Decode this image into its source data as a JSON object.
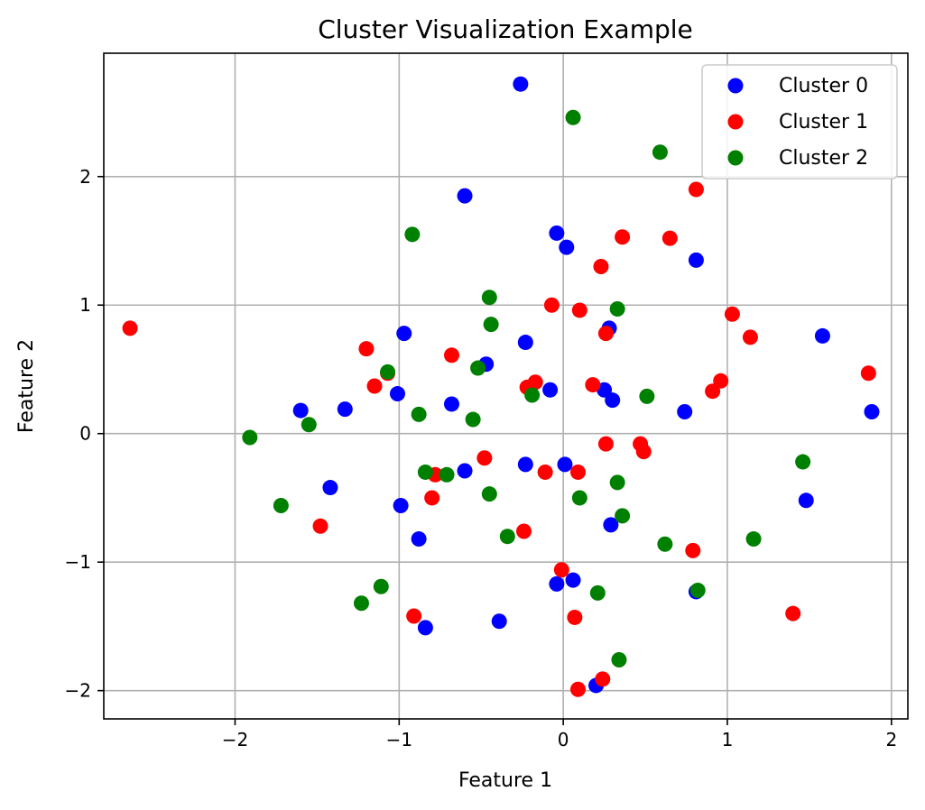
{
  "chart_data": {
    "type": "scatter",
    "title": "Cluster Visualization Example",
    "xlabel": "Feature 1",
    "ylabel": "Feature 2",
    "xlim": [
      -2.8,
      2.1
    ],
    "ylim": [
      -2.22,
      2.96
    ],
    "xticks": [
      -2,
      -1,
      0,
      1,
      2
    ],
    "yticks": [
      -2,
      -1,
      0,
      1,
      2
    ],
    "xtick_labels": [
      "−2",
      "−1",
      "0",
      "1",
      "2"
    ],
    "ytick_labels": [
      "−2",
      "−1",
      "0",
      "1",
      "2"
    ],
    "grid": true,
    "legend_position": "top-right",
    "series": [
      {
        "name": "Cluster 0",
        "color": "#0000ff",
        "points": [
          [
            -0.26,
            2.72
          ],
          [
            -0.6,
            1.85
          ],
          [
            -0.04,
            1.56
          ],
          [
            0.02,
            1.45
          ],
          [
            0.81,
            1.35
          ],
          [
            0.28,
            0.82
          ],
          [
            -0.97,
            0.78
          ],
          [
            1.58,
            0.76
          ],
          [
            -0.23,
            0.71
          ],
          [
            -0.47,
            0.54
          ],
          [
            -0.08,
            0.34
          ],
          [
            0.25,
            0.34
          ],
          [
            -1.01,
            0.31
          ],
          [
            0.3,
            0.26
          ],
          [
            -0.68,
            0.23
          ],
          [
            -1.33,
            0.19
          ],
          [
            -1.6,
            0.18
          ],
          [
            0.74,
            0.17
          ],
          [
            1.88,
            0.17
          ],
          [
            -0.23,
            -0.24
          ],
          [
            0.01,
            -0.24
          ],
          [
            -0.6,
            -0.29
          ],
          [
            -1.42,
            -0.42
          ],
          [
            1.48,
            -0.52
          ],
          [
            -0.99,
            -0.56
          ],
          [
            0.29,
            -0.71
          ],
          [
            -0.88,
            -0.82
          ],
          [
            0.06,
            -1.14
          ],
          [
            -0.04,
            -1.17
          ],
          [
            0.81,
            -1.23
          ],
          [
            -0.39,
            -1.46
          ],
          [
            -0.84,
            -1.51
          ],
          [
            0.2,
            -1.96
          ]
        ]
      },
      {
        "name": "Cluster 1",
        "color": "#ff0000",
        "points": [
          [
            0.81,
            1.9
          ],
          [
            0.36,
            1.53
          ],
          [
            0.65,
            1.52
          ],
          [
            0.23,
            1.3
          ],
          [
            -0.07,
            1.0
          ],
          [
            0.1,
            0.96
          ],
          [
            1.03,
            0.93
          ],
          [
            -2.64,
            0.82
          ],
          [
            0.26,
            0.78
          ],
          [
            1.14,
            0.75
          ],
          [
            -1.2,
            0.66
          ],
          [
            -0.68,
            0.61
          ],
          [
            -1.07,
            0.47
          ],
          [
            1.86,
            0.47
          ],
          [
            -0.17,
            0.4
          ],
          [
            0.96,
            0.41
          ],
          [
            0.18,
            0.38
          ],
          [
            -1.15,
            0.37
          ],
          [
            -0.22,
            0.36
          ],
          [
            0.91,
            0.33
          ],
          [
            0.26,
            -0.08
          ],
          [
            0.47,
            -0.08
          ],
          [
            0.49,
            -0.14
          ],
          [
            -0.48,
            -0.19
          ],
          [
            -0.11,
            -0.3
          ],
          [
            0.09,
            -0.3
          ],
          [
            -0.78,
            -0.32
          ],
          [
            -0.8,
            -0.5
          ],
          [
            -1.48,
            -0.72
          ],
          [
            -0.24,
            -0.76
          ],
          [
            0.79,
            -0.91
          ],
          [
            -0.01,
            -1.06
          ],
          [
            -0.91,
            -1.42
          ],
          [
            1.4,
            -1.4
          ],
          [
            0.07,
            -1.43
          ],
          [
            0.24,
            -1.91
          ],
          [
            0.09,
            -1.99
          ]
        ]
      },
      {
        "name": "Cluster 2",
        "color": "#008000",
        "points": [
          [
            0.06,
            2.46
          ],
          [
            0.59,
            2.19
          ],
          [
            -0.92,
            1.55
          ],
          [
            -0.45,
            1.06
          ],
          [
            0.33,
            0.97
          ],
          [
            -0.44,
            0.85
          ],
          [
            -0.52,
            0.51
          ],
          [
            -1.07,
            0.48
          ],
          [
            -0.19,
            0.3
          ],
          [
            0.51,
            0.29
          ],
          [
            -0.88,
            0.15
          ],
          [
            -0.55,
            0.11
          ],
          [
            -1.55,
            0.07
          ],
          [
            -1.91,
            -0.03
          ],
          [
            1.46,
            -0.22
          ],
          [
            -0.84,
            -0.3
          ],
          [
            -0.71,
            -0.32
          ],
          [
            0.33,
            -0.38
          ],
          [
            -0.45,
            -0.47
          ],
          [
            0.1,
            -0.5
          ],
          [
            -1.72,
            -0.56
          ],
          [
            0.36,
            -0.64
          ],
          [
            -0.34,
            -0.8
          ],
          [
            1.16,
            -0.82
          ],
          [
            0.62,
            -0.86
          ],
          [
            -1.11,
            -1.19
          ],
          [
            0.82,
            -1.22
          ],
          [
            0.21,
            -1.24
          ],
          [
            -1.23,
            -1.32
          ],
          [
            0.34,
            -1.76
          ]
        ]
      }
    ]
  }
}
